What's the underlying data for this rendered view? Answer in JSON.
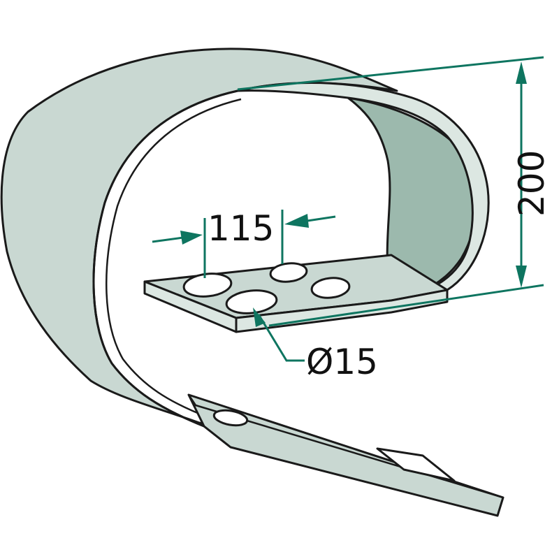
{
  "colors": {
    "body": "#c9d8d2",
    "body_dark": "#9cb9ad",
    "edge": "#dce7e2",
    "outline": "#1a1a1a",
    "dimension": "#0e7560",
    "text": "#111111"
  },
  "dimensions": {
    "spacing_label": "115",
    "height_label": "200",
    "hole_label": "Ø15"
  }
}
